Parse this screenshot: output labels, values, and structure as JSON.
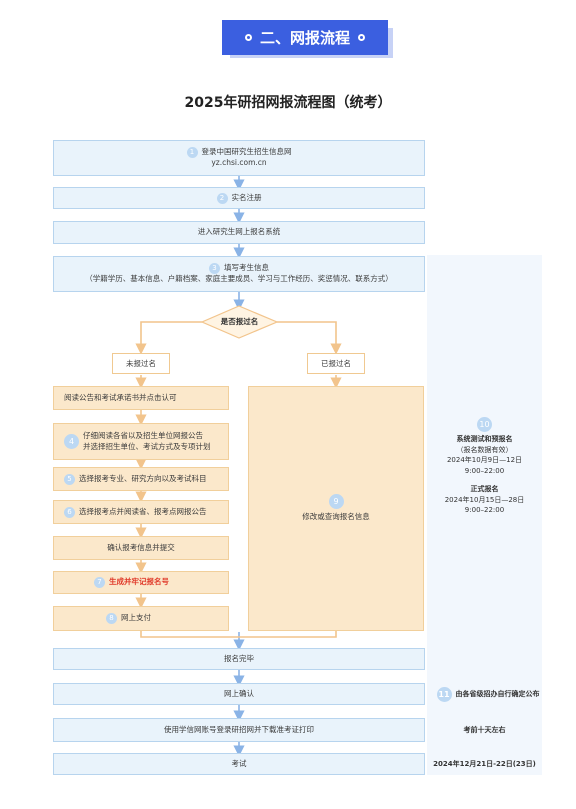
{
  "banner": {
    "title": "二、网报流程"
  },
  "title": "2025年研招网报流程图（统考）",
  "steps": {
    "s1": {
      "num": "1",
      "line1": "登录中国研究生招生信息网",
      "line2": "yz.chsi.com.cn"
    },
    "s2": {
      "num": "2",
      "text": "实名注册"
    },
    "s_enter": {
      "text": "进入研究生网上报名系统"
    },
    "s3": {
      "num": "3",
      "line1": "填写考生信息",
      "line2": "（学籍学历、基本信息、户籍档案、家庭主要成员、学习与工作经历、奖惩情况、联系方式）"
    },
    "decision": {
      "text": "是否报过名"
    },
    "not_reported": {
      "text": "未报过名"
    },
    "reported": {
      "text": "已报过名"
    },
    "read_ack": {
      "text": "阅读公告和考试承诺书并点击认可"
    },
    "s4": {
      "num": "4",
      "line1": "仔细阅读各省以及招生单位网报公告",
      "line2": "并选择招生单位、考试方式及专项计划"
    },
    "s5": {
      "num": "5",
      "text": "选择报考专业、研究方向以及考试科目"
    },
    "s6": {
      "num": "6",
      "text": "选择报考点并阅读省、报考点网报公告"
    },
    "confirm": {
      "text": "确认报考信息并提交"
    },
    "s7": {
      "num": "7",
      "text": "生成并牢记报名号"
    },
    "s8": {
      "num": "8",
      "text": "网上支付"
    },
    "s9": {
      "num": "9",
      "text": "修改或查询报名信息"
    },
    "done": {
      "text": "报名完毕"
    },
    "online_confirm": {
      "text": "网上确认"
    },
    "print": {
      "text": "使用学信网账号登录研招网并下载准考证打印"
    },
    "exam": {
      "text": "考试"
    }
  },
  "side": {
    "n10": "10",
    "trial_title": "系统测试和预报名",
    "trial_note": "（报名数据有效）",
    "trial_date": "2024年10月9日—12日",
    "trial_time": "9:00–22:00",
    "formal_title": "正式报名",
    "formal_date": "2024年10月15日—28日",
    "formal_time": "9:00–22:00",
    "n11": "11",
    "confirm_note": "由各省级招办自行确定公布",
    "print_note": "考前十天左右",
    "exam_date": "2024年12月21日-22日(23日)"
  },
  "colors": {
    "banner": "#3b5fe0",
    "blue_box": "#e9f3fb",
    "orange_box": "#fbe8cb",
    "arrow": "#8ab3e6",
    "orange_arrow": "#f2c48c",
    "highlight": "#e03a2a"
  }
}
